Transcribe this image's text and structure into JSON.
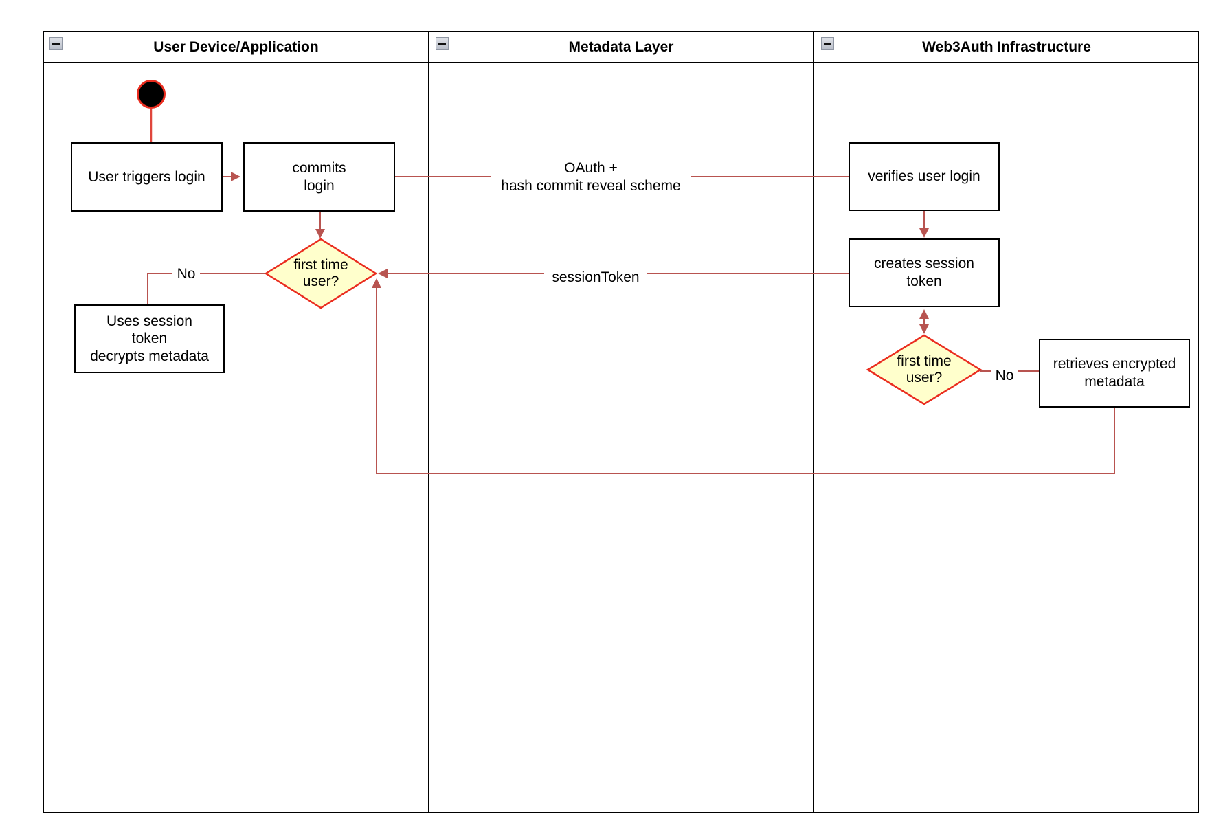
{
  "lanes": [
    {
      "title": "User Device/Application",
      "collapse_icon": "minus-icon"
    },
    {
      "title": "Metadata Layer",
      "collapse_icon": "minus-icon"
    },
    {
      "title": "Web3Auth Infrastructure",
      "collapse_icon": "minus-icon"
    }
  ],
  "nodes": {
    "start": {
      "type": "initial-state"
    },
    "user_triggers_login": {
      "label": "User triggers login"
    },
    "commits_login": {
      "label": "commits\nlogin"
    },
    "first_time_user_device": {
      "label": "first time\nuser?"
    },
    "uses_session_token": {
      "label": "Uses session\ntoken\ndecrypts metadata"
    },
    "verifies_user_login": {
      "label": "verifies user login"
    },
    "creates_session_token": {
      "label": "creates session\ntoken"
    },
    "first_time_user_infra": {
      "label": "first time\nuser?"
    },
    "retrieves_encrypted_metadata": {
      "label": "retrieves encrypted\nmetadata"
    }
  },
  "edge_labels": {
    "oauth": "OAuth +\nhash commit reveal scheme",
    "session_token": "sessionToken",
    "no_device": "No",
    "no_infra": "No"
  },
  "colors": {
    "connector": "#b85450",
    "start_edge": "#e0463c",
    "shape_stroke": "#ea2d1f",
    "decision_fill": "#ffffcc",
    "start_fill": "#000000",
    "node_border": "#000000",
    "lane_border": "#000000",
    "background": "#ffffff"
  }
}
